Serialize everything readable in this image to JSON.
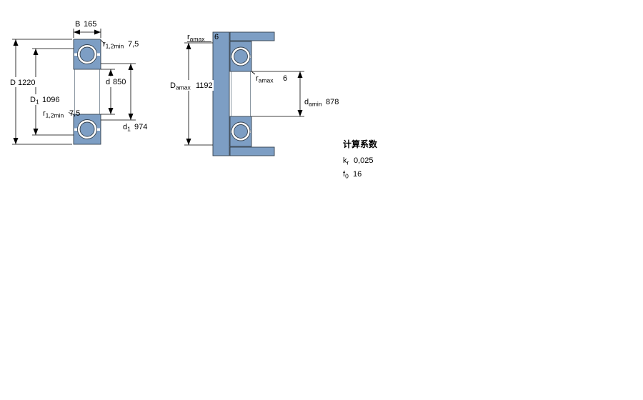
{
  "drawing": {
    "colors": {
      "section_fill": "#7d9ec4",
      "outline": "#33404d"
    },
    "left": {
      "B": {
        "base": "B",
        "value": "165"
      },
      "r_top": {
        "base": "r",
        "sub": "1,2min",
        "value": "7,5"
      },
      "D": {
        "base": "D",
        "value": "1220"
      },
      "D1": {
        "base": "D",
        "sub": "1",
        "value": "1096"
      },
      "d": {
        "base": "d",
        "value": "850"
      },
      "d1": {
        "base": "d",
        "sub": "1",
        "value": "974"
      },
      "r_bottom": {
        "base": "r",
        "sub": "1,2min",
        "value": "7,5"
      }
    },
    "right": {
      "ra_top": {
        "base": "r",
        "sub": "amax",
        "value": "6"
      },
      "ra_mid": {
        "base": "r",
        "sub": "amax",
        "value": "6"
      },
      "Da": {
        "base": "D",
        "sub": "amax",
        "value": "1192"
      },
      "da": {
        "base": "d",
        "sub": "amin",
        "value": "878"
      }
    },
    "factors": {
      "heading": "计算系数",
      "kr": {
        "base": "k",
        "sub": "r",
        "value": "0,025"
      },
      "f0": {
        "base": "f",
        "sub": "0",
        "value": "16"
      }
    }
  }
}
